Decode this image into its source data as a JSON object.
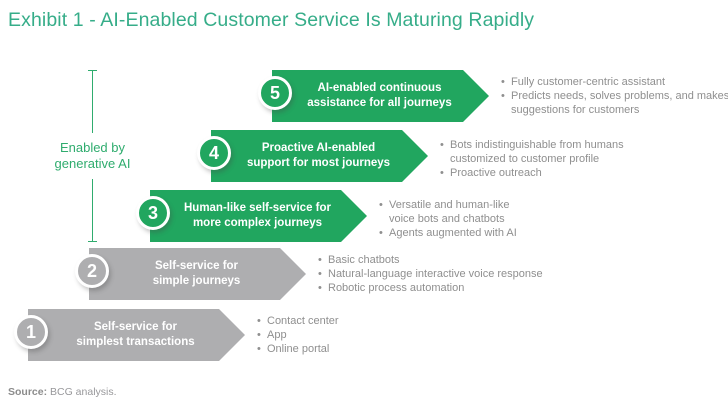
{
  "title": "Exhibit 1 - AI-Enabled Customer Service Is Maturing Rapidly",
  "bracket": {
    "line1": "Enabled by",
    "line2": "generative AI"
  },
  "levels": [
    {
      "number": "5",
      "color": "green",
      "label_lines": [
        "AI-enabled continuous",
        "assistance for all journeys"
      ],
      "bullets": [
        "Fully customer-centric assistant",
        "Predicts needs, solves problems, and makes suggestions for customers"
      ]
    },
    {
      "number": "4",
      "color": "green",
      "label_lines": [
        "Proactive AI-enabled",
        "support for most journeys"
      ],
      "bullets": [
        "Bots indistinguishable from humans customized to customer profile",
        "Proactive outreach"
      ]
    },
    {
      "number": "3",
      "color": "green",
      "label_lines": [
        "Human-like self-service for",
        "more complex journeys"
      ],
      "bullets": [
        "Versatile and human-like voice bots and chatbots",
        "Agents augmented with AI"
      ]
    },
    {
      "number": "2",
      "color": "gray",
      "label_lines": [
        "Self-service for",
        "simple journeys"
      ],
      "bullets": [
        "Basic chatbots",
        "Natural-language interactive voice response",
        "Robotic process automation"
      ]
    },
    {
      "number": "1",
      "color": "gray",
      "label_lines": [
        "Self-service for",
        "simplest transactions"
      ],
      "bullets": [
        "Contact center",
        "App",
        "Online portal"
      ]
    }
  ],
  "source": {
    "label": "Source:",
    "text": " BCG analysis."
  },
  "icons": {
    "bullet": "•"
  },
  "colors": {
    "title_green": "#36ad89",
    "arrow_green": "#21a65f",
    "arrow_gray": "#aeaeb0",
    "bracket_green": "#2fac6e",
    "bullet_text_gray": "#8f8f8f"
  }
}
